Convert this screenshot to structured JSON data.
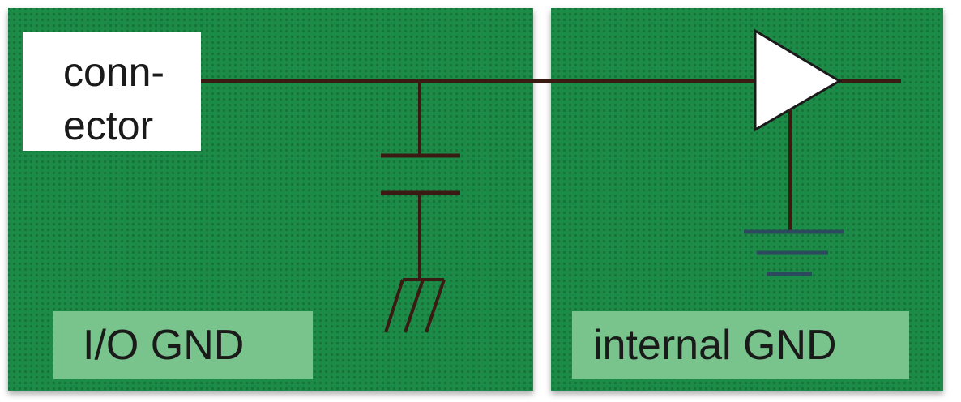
{
  "connector": {
    "line1": "conn-",
    "line2": "ector"
  },
  "regions": {
    "io_gnd": "I/O GND",
    "internal_gnd": "internal GND"
  },
  "colors": {
    "board_green": "#1d8a45",
    "label_green": "#79c38c",
    "trace": "#3a1a12",
    "ground_symbol_right": "#2b4a5c"
  },
  "icons": [
    "amplifier-triangle-icon",
    "capacitor-icon",
    "chassis-ground-icon",
    "signal-ground-icon"
  ]
}
